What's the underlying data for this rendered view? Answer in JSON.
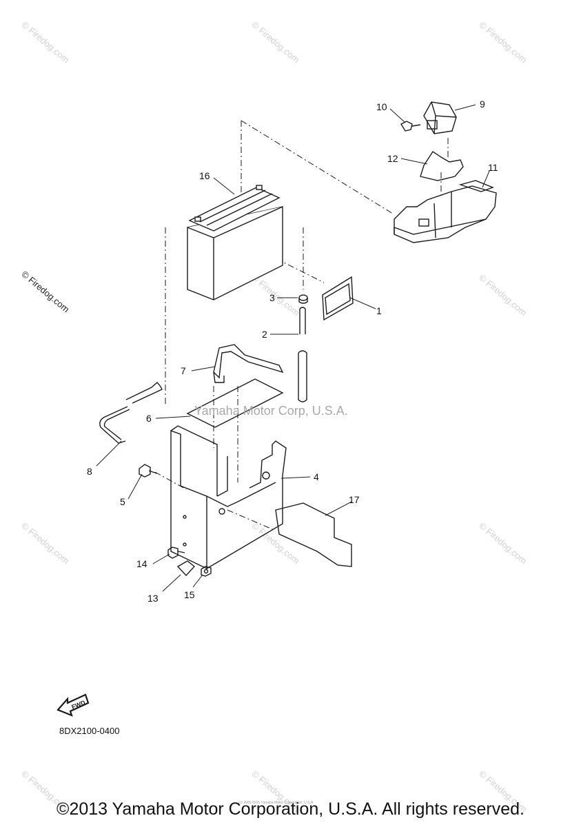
{
  "watermark_text": "© Firedog.com",
  "center_watermark": "Yamaha Motor Corp, U.S.A.",
  "part_code": "8DX2100-0400",
  "copyright": "©2013 Yamaha Motor Corporation, U.S.A. All rights reserved.",
  "small_copyright": "(c) 2005-2015 Yamaha Motor Corporation, U.S.A.",
  "fwd_label": "FWD",
  "callouts": {
    "c1": "1",
    "c2": "2",
    "c3": "3",
    "c4": "4",
    "c5": "5",
    "c6": "6",
    "c7": "7",
    "c8": "8",
    "c9": "9",
    "c10": "10",
    "c11": "11",
    "c12": "12",
    "c13": "13",
    "c14": "14",
    "c15": "15",
    "c16": "16",
    "c17": "17"
  },
  "colors": {
    "line": "#1a1a1a",
    "watermark": "#d2d2d2"
  }
}
